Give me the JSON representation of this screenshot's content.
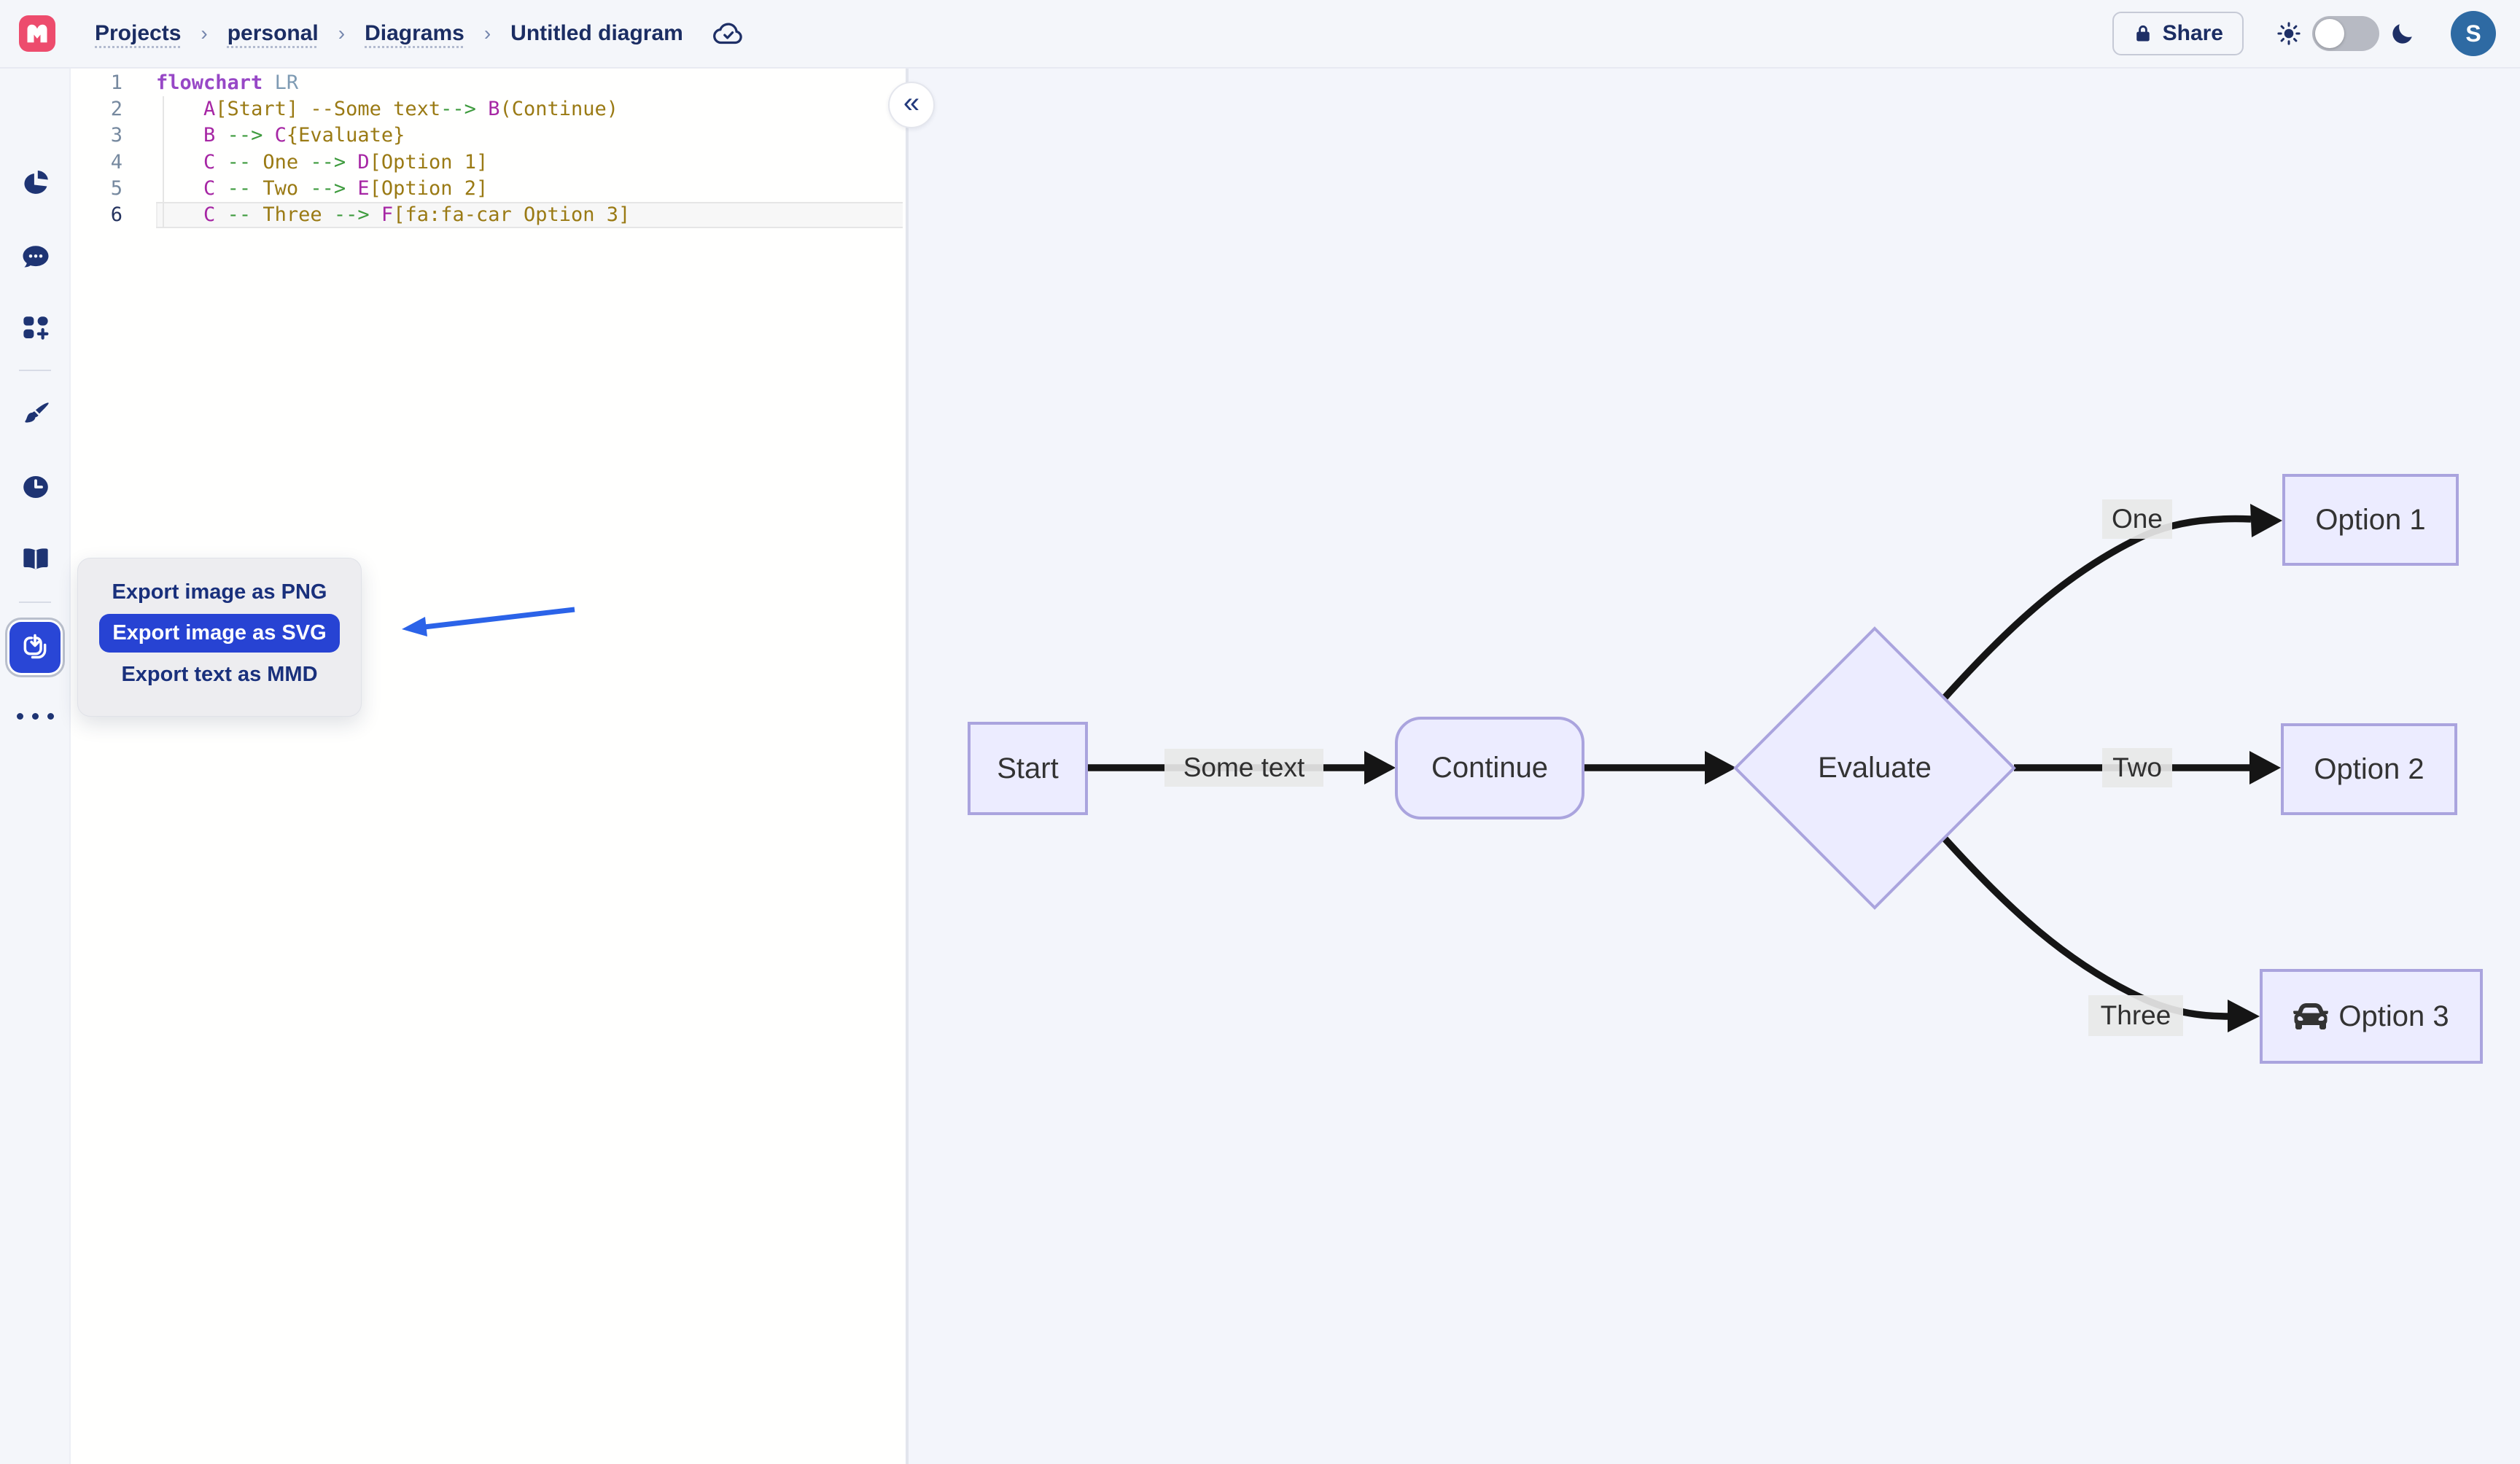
{
  "topbar": {
    "breadcrumb": [
      {
        "label": "Projects"
      },
      {
        "label": "personal"
      },
      {
        "label": "Diagrams"
      },
      {
        "label": "Untitled diagram"
      }
    ],
    "separator": "›",
    "share": {
      "label": "Share"
    },
    "avatar_initial": "S"
  },
  "sidebar": {
    "items": [
      {
        "icon": "chart-pie-icon"
      },
      {
        "icon": "comments-icon"
      },
      {
        "icon": "blocks-add-icon"
      },
      {
        "icon": "paintbrush-icon"
      },
      {
        "icon": "history-clock-icon"
      },
      {
        "icon": "book-open-icon"
      },
      {
        "icon": "export-download-icon",
        "active": true
      },
      {
        "icon": "ellipsis-icon"
      }
    ]
  },
  "editor": {
    "active_line": 6,
    "collapse_glyph": "«",
    "lines": [
      {
        "num": 1,
        "tokens": [
          {
            "t": "flowchart",
            "c": "kw"
          },
          {
            "t": " ",
            "c": "pl"
          },
          {
            "t": "LR",
            "c": "dir"
          }
        ]
      },
      {
        "num": 2,
        "tokens": [
          {
            "t": "    ",
            "c": "pl"
          },
          {
            "t": "A",
            "c": "id"
          },
          {
            "t": "[Start]",
            "c": "str"
          },
          {
            "t": " ",
            "c": "pl"
          },
          {
            "t": "--Some text",
            "c": "str"
          },
          {
            "t": "-->",
            "c": "arr"
          },
          {
            "t": " ",
            "c": "pl"
          },
          {
            "t": "B",
            "c": "id"
          },
          {
            "t": "(Continue)",
            "c": "str"
          }
        ]
      },
      {
        "num": 3,
        "tokens": [
          {
            "t": "    ",
            "c": "pl"
          },
          {
            "t": "B",
            "c": "id"
          },
          {
            "t": " ",
            "c": "pl"
          },
          {
            "t": "-->",
            "c": "arr"
          },
          {
            "t": " ",
            "c": "pl"
          },
          {
            "t": "C",
            "c": "id"
          },
          {
            "t": "{Evaluate}",
            "c": "str"
          }
        ]
      },
      {
        "num": 4,
        "tokens": [
          {
            "t": "    ",
            "c": "pl"
          },
          {
            "t": "C",
            "c": "id"
          },
          {
            "t": " ",
            "c": "pl"
          },
          {
            "t": "--",
            "c": "arr"
          },
          {
            "t": " One ",
            "c": "str"
          },
          {
            "t": "-->",
            "c": "arr"
          },
          {
            "t": " ",
            "c": "pl"
          },
          {
            "t": "D",
            "c": "id"
          },
          {
            "t": "[Option 1]",
            "c": "str"
          }
        ]
      },
      {
        "num": 5,
        "tokens": [
          {
            "t": "    ",
            "c": "pl"
          },
          {
            "t": "C",
            "c": "id"
          },
          {
            "t": " ",
            "c": "pl"
          },
          {
            "t": "--",
            "c": "arr"
          },
          {
            "t": " Two ",
            "c": "str"
          },
          {
            "t": "-->",
            "c": "arr"
          },
          {
            "t": " ",
            "c": "pl"
          },
          {
            "t": "E",
            "c": "id"
          },
          {
            "t": "[Option 2]",
            "c": "str"
          }
        ]
      },
      {
        "num": 6,
        "tokens": [
          {
            "t": "    ",
            "c": "pl"
          },
          {
            "t": "C",
            "c": "id"
          },
          {
            "t": " ",
            "c": "pl"
          },
          {
            "t": "--",
            "c": "arr"
          },
          {
            "t": " Three ",
            "c": "str"
          },
          {
            "t": "-->",
            "c": "arr"
          },
          {
            "t": " ",
            "c": "pl"
          },
          {
            "t": "F",
            "c": "id"
          },
          {
            "t": "[fa:fa-car Option 3]",
            "c": "str"
          }
        ]
      }
    ]
  },
  "export_menu": {
    "items": [
      {
        "label": "Export image as PNG",
        "active": false
      },
      {
        "label": "Export image as SVG",
        "active": true
      },
      {
        "label": "Export text as MMD",
        "active": false
      }
    ]
  },
  "diagram": {
    "type": "flowchart-LR",
    "nodes": {
      "a": {
        "label": "Start",
        "shape": "rect"
      },
      "b": {
        "label": "Continue",
        "shape": "rounded"
      },
      "c": {
        "label": "Evaluate",
        "shape": "diamond"
      },
      "d": {
        "label": "Option 1",
        "shape": "rect"
      },
      "e": {
        "label": "Option 2",
        "shape": "rect"
      },
      "f": {
        "label": "Option 3",
        "shape": "rect",
        "icon": "car-icon"
      }
    },
    "edge_labels": {
      "ab": "Some text",
      "cd": "One",
      "ce": "Two",
      "cf": "Three"
    }
  },
  "colors": {
    "accent_blue": "#2743d3",
    "sidebar_active": "#2946d6",
    "navy": "#1e2f66",
    "logo_pink": "#ed4c6d",
    "node_fill": "#ececff",
    "node_border": "#aaa4de",
    "edge_label_bg": "#e8e8e8",
    "annotation_arrow": "#2b63e8"
  }
}
